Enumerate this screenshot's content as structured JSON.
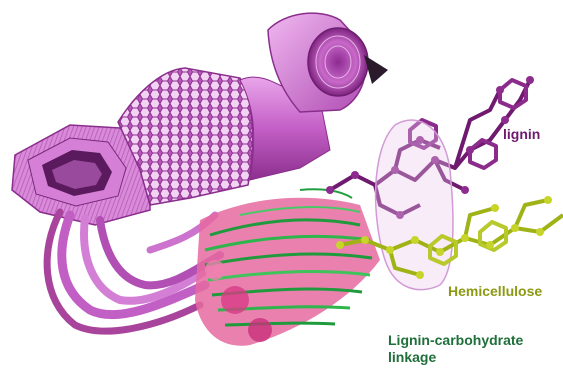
{
  "labels": {
    "lignin": "lignin",
    "hemicellulose": "Hemicellulose",
    "lcc_line1": "Lignin-carbohydrate",
    "lcc_line2": "linkage"
  },
  "colors": {
    "lignin": "#6f1a6f",
    "hemicellulose": "#8a9a12",
    "lignin_carbohydrate_linkage": "#1f6f3a",
    "cell_wall": "#c86cc8",
    "cellulose_fibrils": "#2ea84a"
  }
}
